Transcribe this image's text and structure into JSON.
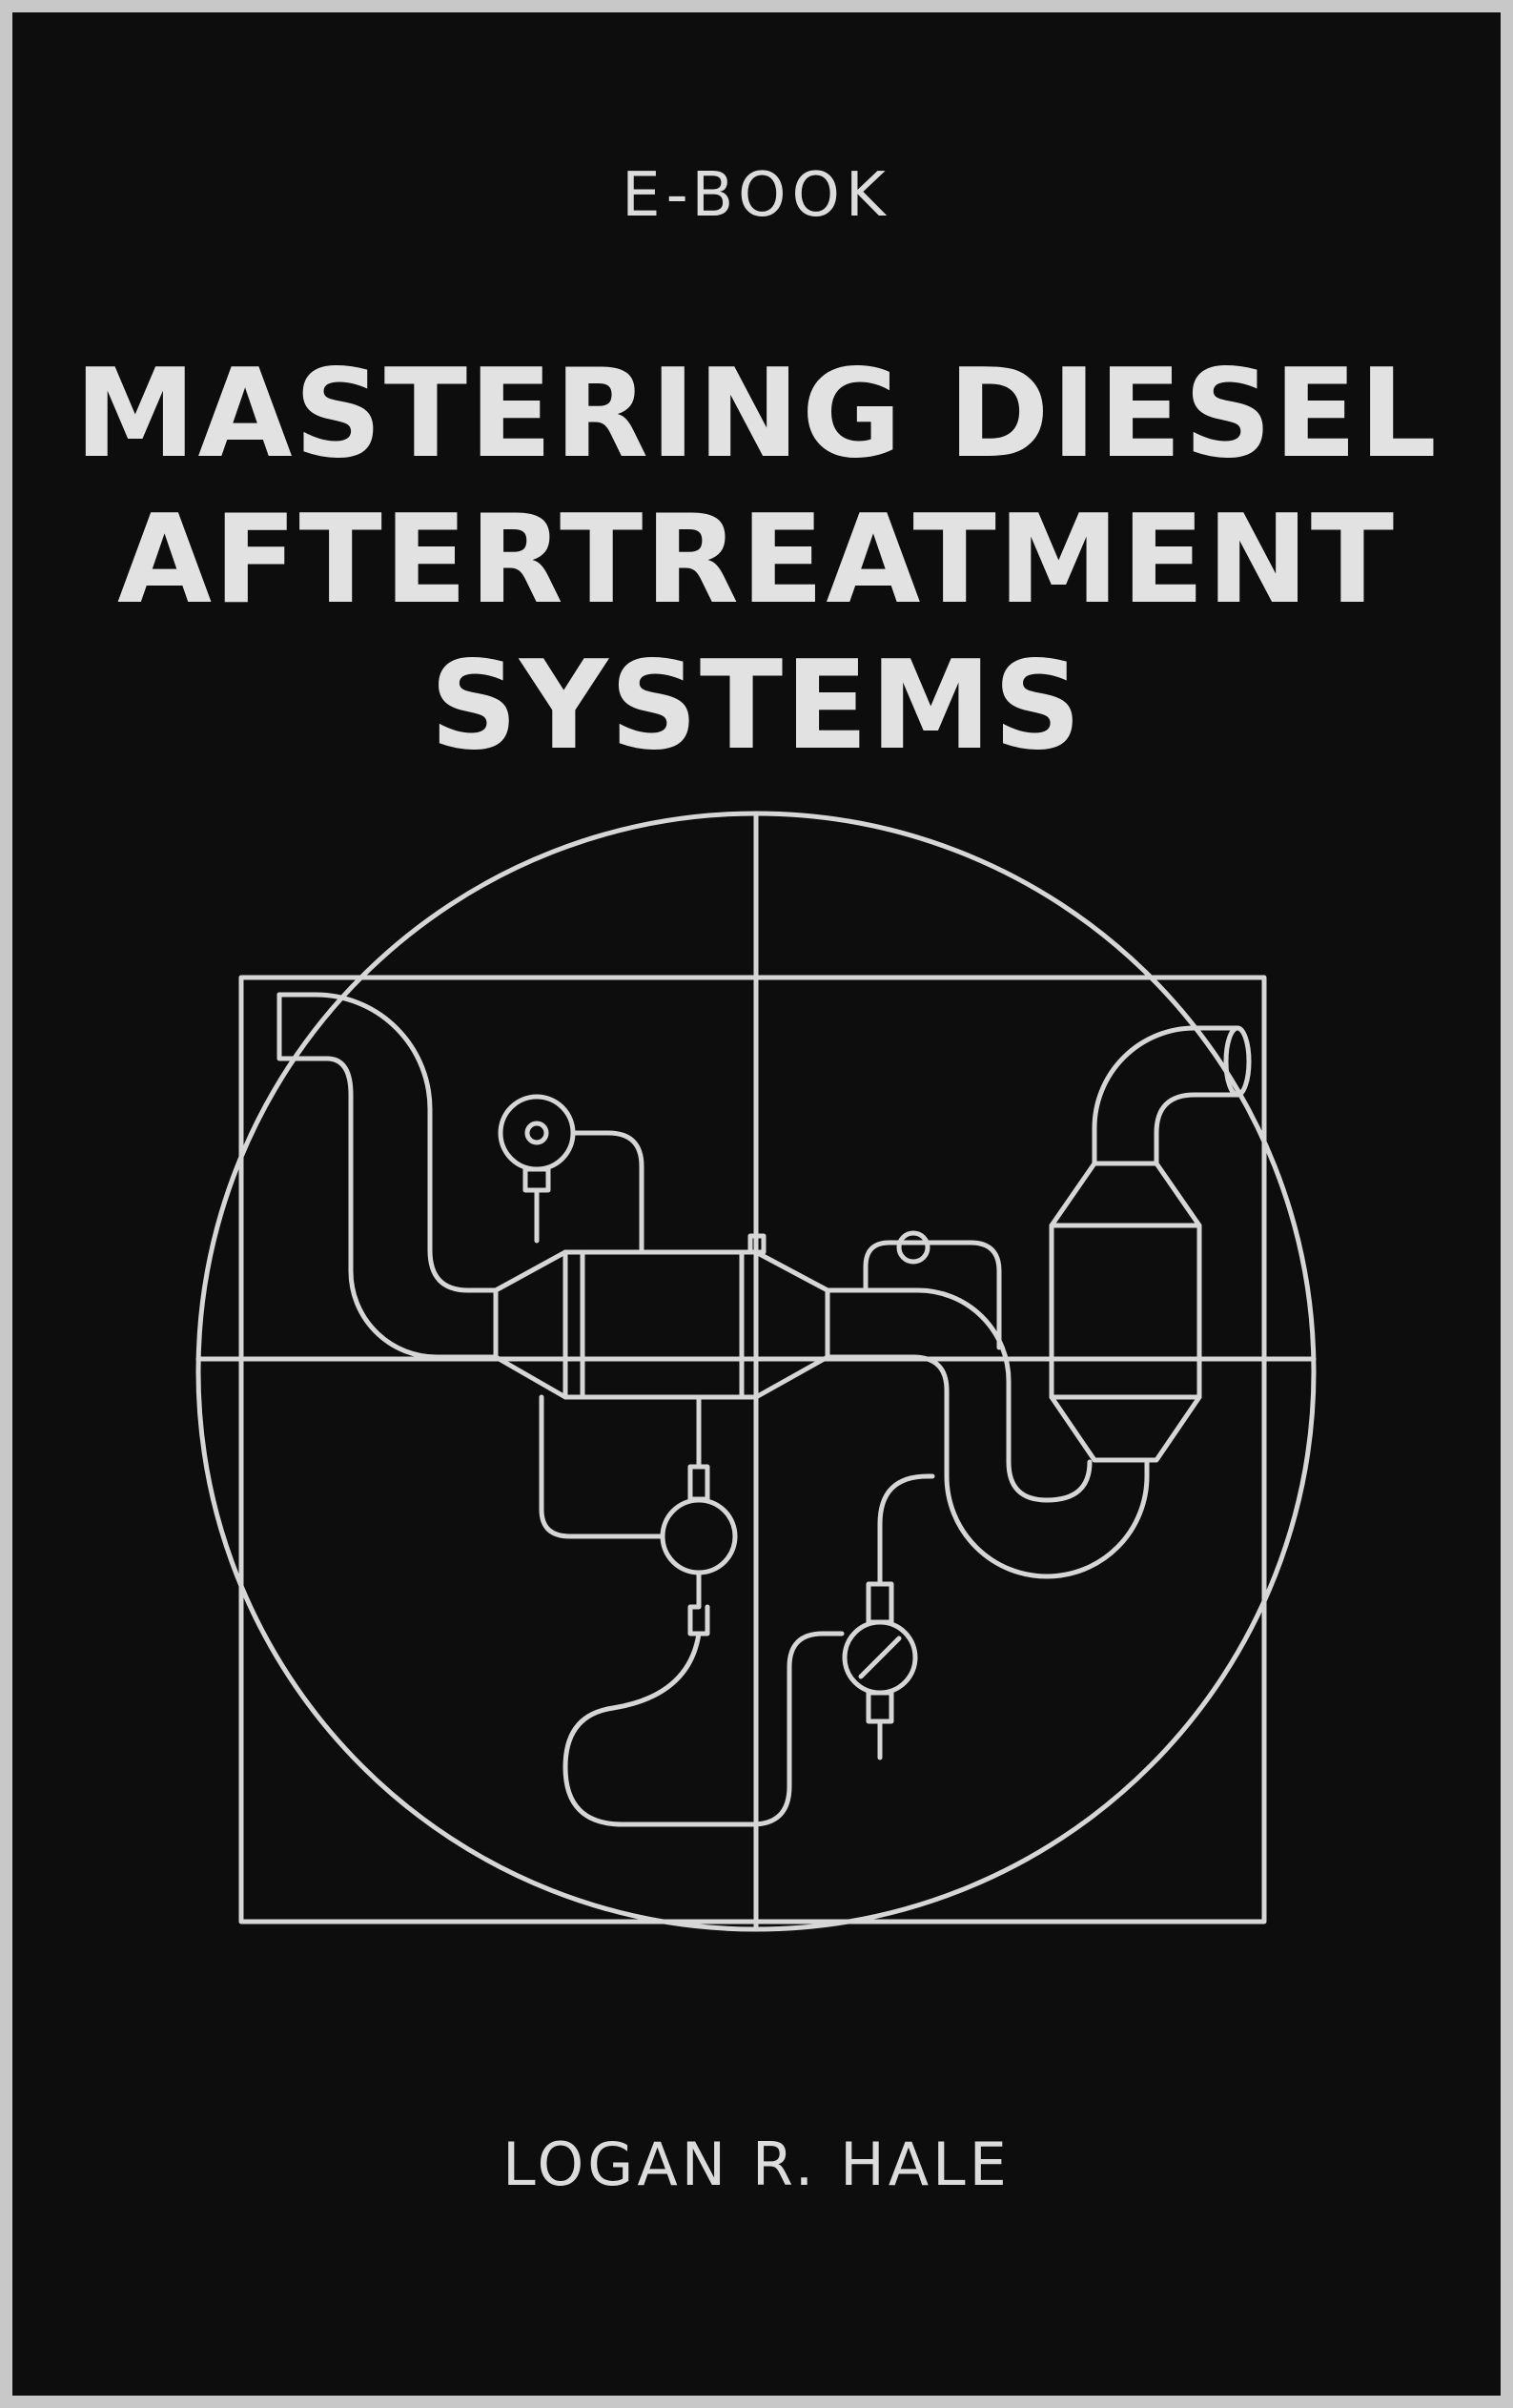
{
  "cover": {
    "kicker": "E-BOOK",
    "title_lines": [
      "MASTERING DIESEL",
      "AFTERTREATMENT",
      "SYSTEMS"
    ],
    "author": "LOGAN R. HALE",
    "illustration": "diesel-exhaust-aftertreatment-line-art-icon"
  },
  "colors": {
    "background": "#0d0d0d",
    "border": "#c8c8c8",
    "foreground": "#dcdcdc"
  }
}
